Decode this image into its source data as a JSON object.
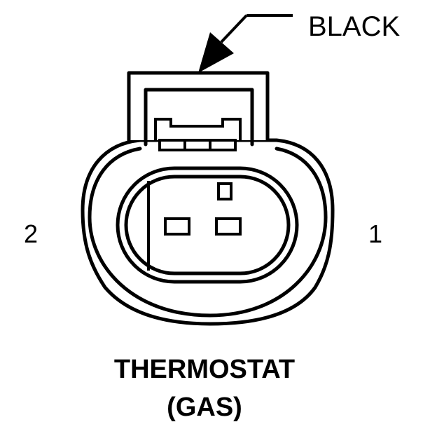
{
  "callout": {
    "color_label": "BLACK"
  },
  "pins": [
    {
      "number": "2"
    },
    {
      "number": "1"
    }
  ],
  "title": {
    "line1": "THERMOSTAT",
    "line2": "(GAS)"
  },
  "colors": {
    "line": "#000000",
    "background": "#ffffff"
  }
}
